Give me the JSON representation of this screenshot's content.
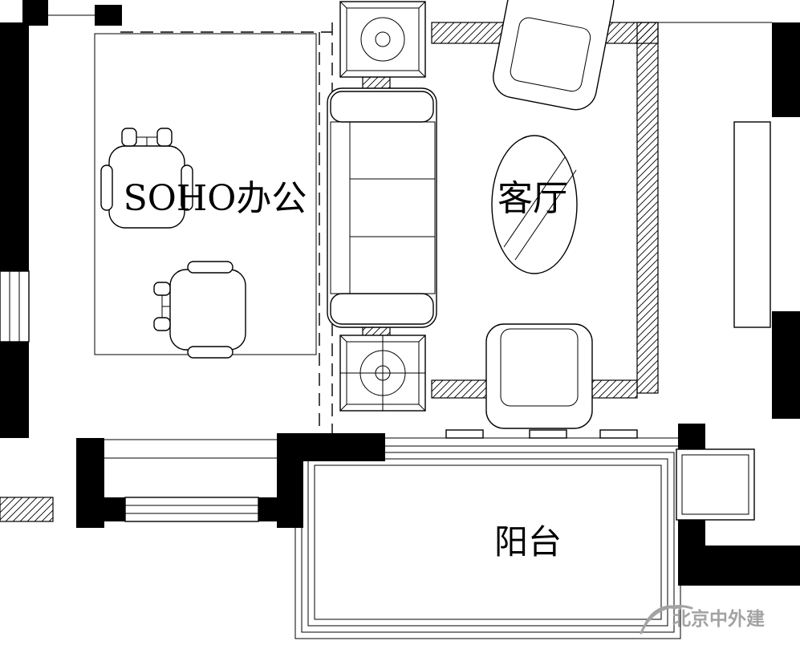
{
  "document": {
    "type": "residential floor plan (CAD style)"
  },
  "rooms": {
    "office": {
      "label": "SOHO办公"
    },
    "living_room": {
      "label": "客厅"
    },
    "balcony": {
      "label": "阳台"
    }
  },
  "watermark": {
    "text": "北京中外建",
    "color": "#a3a3a3"
  },
  "colors": {
    "line": "#000000",
    "background": "#ffffff",
    "watermark": "#a3a3a3"
  },
  "icons": {
    "plant_box": "square planter with round pot",
    "sofa": "three-seat sofa plan symbol",
    "desk_chair": "office task chair plan symbol",
    "armchair": "single armchair plan symbol",
    "oval_table": "oval mirror/table with diagonal strokes",
    "watermark_logo": "grey swoosh logo"
  }
}
